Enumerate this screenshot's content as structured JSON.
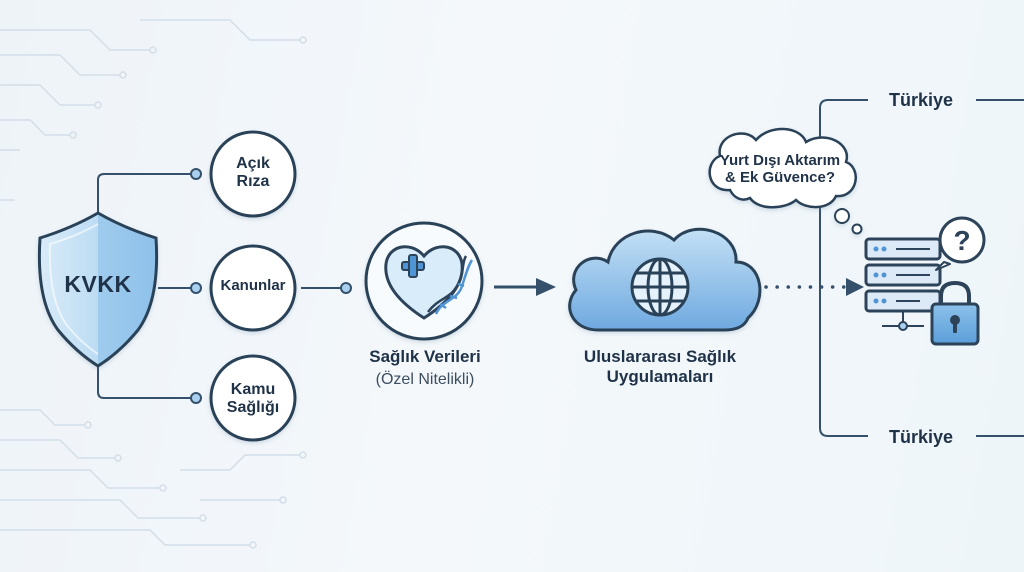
{
  "shield": {
    "label": "KVKK"
  },
  "legal_bases": [
    {
      "label": "Açık\nRıza"
    },
    {
      "label": "Kanunlar"
    },
    {
      "label": "Kamu\nSağlığı"
    }
  ],
  "health_data": {
    "title": "Sağlık Verileri",
    "subtitle": "(Özel Nitelikli)"
  },
  "cloud": {
    "label": "Uluslararası Sağlık\nUygulamaları"
  },
  "thought_bubble": {
    "label": "Yurt Dışı Aktarım\n& Ek Güvence?"
  },
  "border_labels": {
    "top": "Türkiye",
    "bottom": "Türkiye"
  },
  "icons": {
    "shield": "shield-icon",
    "health": "heart-dna-icon",
    "cloud": "cloud-globe-icon",
    "server": "server-icon",
    "lock": "padlock-icon",
    "question": "question-mark-icon"
  },
  "colors": {
    "line": "#35506a",
    "node_stroke": "#2c4359",
    "accent_blue": "#4f95d6",
    "light_blue": "#a9d0ef",
    "text": "#1f3247"
  }
}
